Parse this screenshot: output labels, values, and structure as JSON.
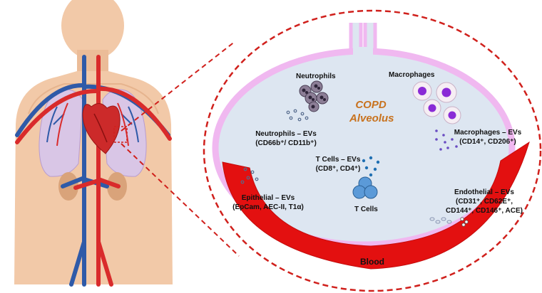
{
  "diagram": {
    "title_line1": "COPD",
    "title_line2": "Alveolus",
    "blood_label": "Blood",
    "cells": {
      "neutrophils": "Neutrophils",
      "macrophages": "Macrophages",
      "t_cells": "T Cells"
    },
    "evs": {
      "neutrophils": {
        "name": "Neutrophils – EVs",
        "markers": "(CD66b⁺/ CD11b⁺)"
      },
      "macrophages": {
        "name": "Macrophages – EVs",
        "markers": "(CD14⁺, CD206⁺)"
      },
      "t_cells": {
        "name": "T Cells – EVs",
        "markers": "(CD8⁺, CD4⁺)"
      },
      "epithelial": {
        "name": "Epithelial – EVs",
        "markers": "(EpCam, AEC-II, T1α)"
      },
      "endothelial": {
        "name": "Endothelial – EVs",
        "markers_line1": "(CD31⁺, CD62E⁺,",
        "markers_line2": "CD144⁺, CD146⁺, ACE)"
      }
    },
    "colors": {
      "zoom_outline": "#d0201c",
      "alveolus_fill": "#dde6f1",
      "alveolus_wall": "#f0b8f0",
      "blood_vessel": "#e31010",
      "title": "#c8721e",
      "body_skin": "#f2c9a8",
      "vein": "#2f5aa8",
      "artery": "#d92b2b"
    }
  }
}
